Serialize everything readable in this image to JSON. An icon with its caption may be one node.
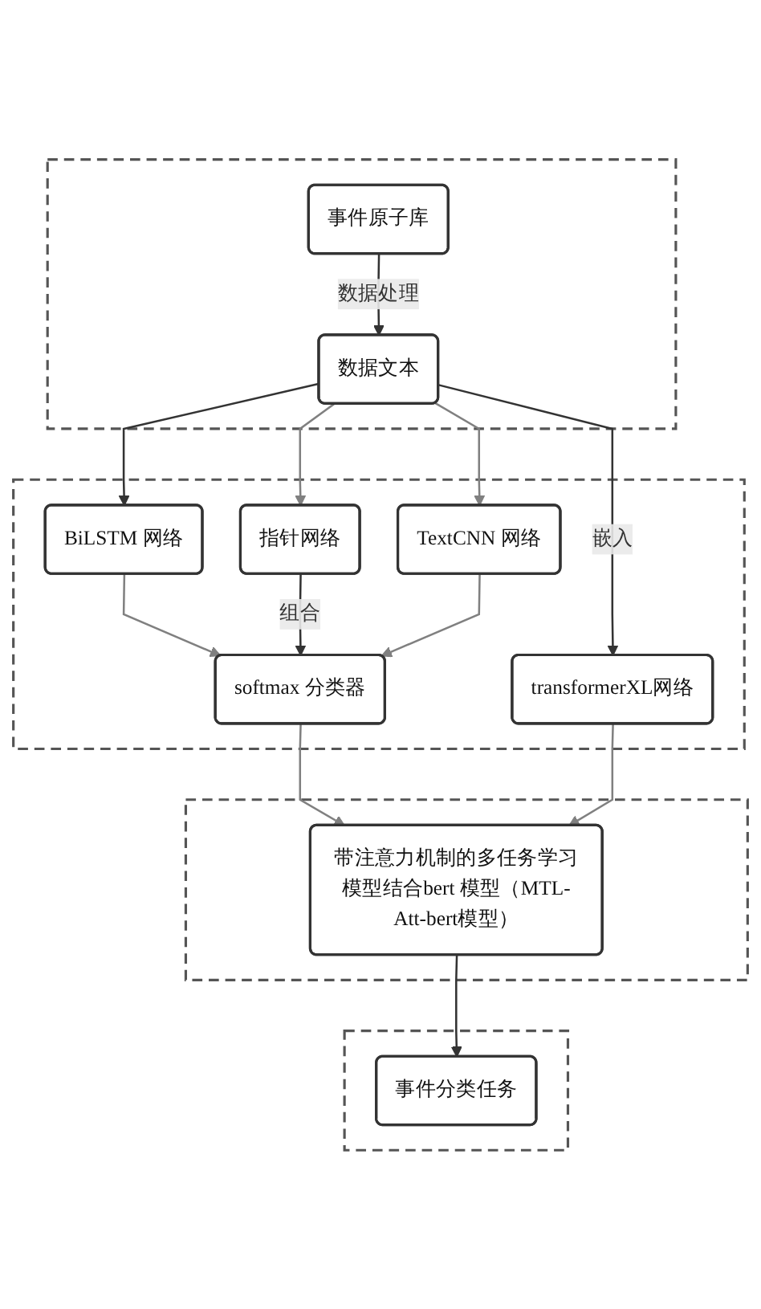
{
  "diagram": {
    "nodes": [
      {
        "text": [],
        "shape": "box"
      },
      {
        "text": [
          "事件原子库"
        ],
        "in": 0
      },
      {
        "text": [
          "数据文本"
        ],
        "in": 0
      },
      {
        "text": [],
        "shape": "box"
      },
      {
        "text": [
          "BiLSTM 网络"
        ],
        "in": 3
      },
      {
        "text": [
          "指针网络"
        ],
        "in": 3
      },
      {
        "text": [
          "TextCNN 网络"
        ],
        "in": 3
      },
      {
        "text": [
          "transformerXL网络"
        ],
        "in": 3
      },
      {
        "text": [
          "softmax 分类器"
        ],
        "in": 3
      },
      {
        "text": [],
        "shape": "box"
      },
      {
        "text": [
          "带注意力机制的多任务学习模型结合bert 模型（MTL-Att-bert模型）"
        ],
        "in": 9
      },
      {
        "text": [],
        "shape": "box"
      },
      {
        "text": [
          "事件分类任务"
        ],
        "in": 11
      }
    ],
    "edges": [
      {
        "from": 1,
        "to": 2,
        "arrow": "to",
        "label": "数据处理",
        "color": "#333333"
      },
      {
        "from": 2,
        "to": 4,
        "arrow": "to",
        "color": "#333333"
      },
      {
        "from": 2,
        "to": 5,
        "arrow": "to"
      },
      {
        "from": 2,
        "to": 6,
        "arrow": "to"
      },
      {
        "from": 2,
        "to": 7,
        "arrow": "to",
        "label": "嵌入",
        "color": "#333333"
      },
      {
        "from": 4,
        "to": 8,
        "arrow": "to"
      },
      {
        "from": 5,
        "to": 8,
        "arrow": "to",
        "label": "组合",
        "color": "#333333"
      },
      {
        "from": 6,
        "to": 8,
        "arrow": "to"
      },
      {
        "from": 8,
        "to": 10,
        "arrow": "to"
      },
      {
        "from": 7,
        "to": 10,
        "arrow": "to"
      },
      {
        "from": 10,
        "to": 12,
        "arrow": "to",
        "color": "#333333"
      }
    ]
  }
}
